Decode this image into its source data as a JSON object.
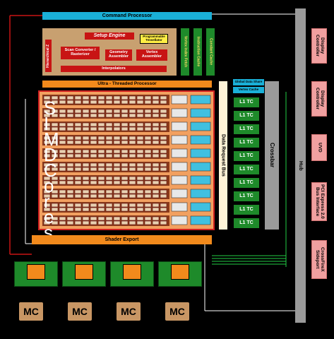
{
  "command_processor": "Command Processor",
  "setup_engine": "Setup Engine",
  "programmable_tessellator": "Programmable Tessellator",
  "scan_converter": "Scan Converter / Rasterizer",
  "geometry_assembler": "Geometry Assembler",
  "vertex_assembler": "Vertex Assembler",
  "interpolators": "Interpolators",
  "hierarchical_z": "Hierarchical Z",
  "vertex_index_fetch": "Vertex Index Fetch",
  "instruction_cache": "Instruction Cache",
  "constant_cache": "Constant Cache",
  "ultra_threaded_dispatch": "Ultra - Threaded Processor",
  "global_data_share": "Global Data Share",
  "vertex_cache": "Vertex Cache",
  "data_request_bus": "Data Request Bus",
  "crossbar": "Crossbar",
  "hub": "Hub",
  "simd_letters": [
    "S",
    "I",
    "M",
    "D",
    "C",
    "o",
    "r",
    "e",
    "s"
  ],
  "l1_tc_labels": [
    "L1 TC",
    "L1 TC",
    "L1 TC",
    "L1 TC",
    "L1 TC",
    "L1 TC",
    "L1 TC",
    "L1 TC",
    "L1 TC",
    "L1 TC"
  ],
  "shader_export": "Shader Export",
  "mc_labels": [
    "MC",
    "MC",
    "MC",
    "MC"
  ],
  "right_blocks": [
    "Display Controller",
    "Display Controller",
    "UVD",
    "PCI Express 2.0 Bus Interface",
    "CrossFireX Sideport"
  ],
  "colors": {
    "cyan": "#1ab0d8",
    "orange": "#f28a1c",
    "tan": "#c8a070",
    "red": "#c81414",
    "green": "#1e8a2a",
    "pink": "#f0a0a0",
    "grey": "#9a9a9a"
  }
}
